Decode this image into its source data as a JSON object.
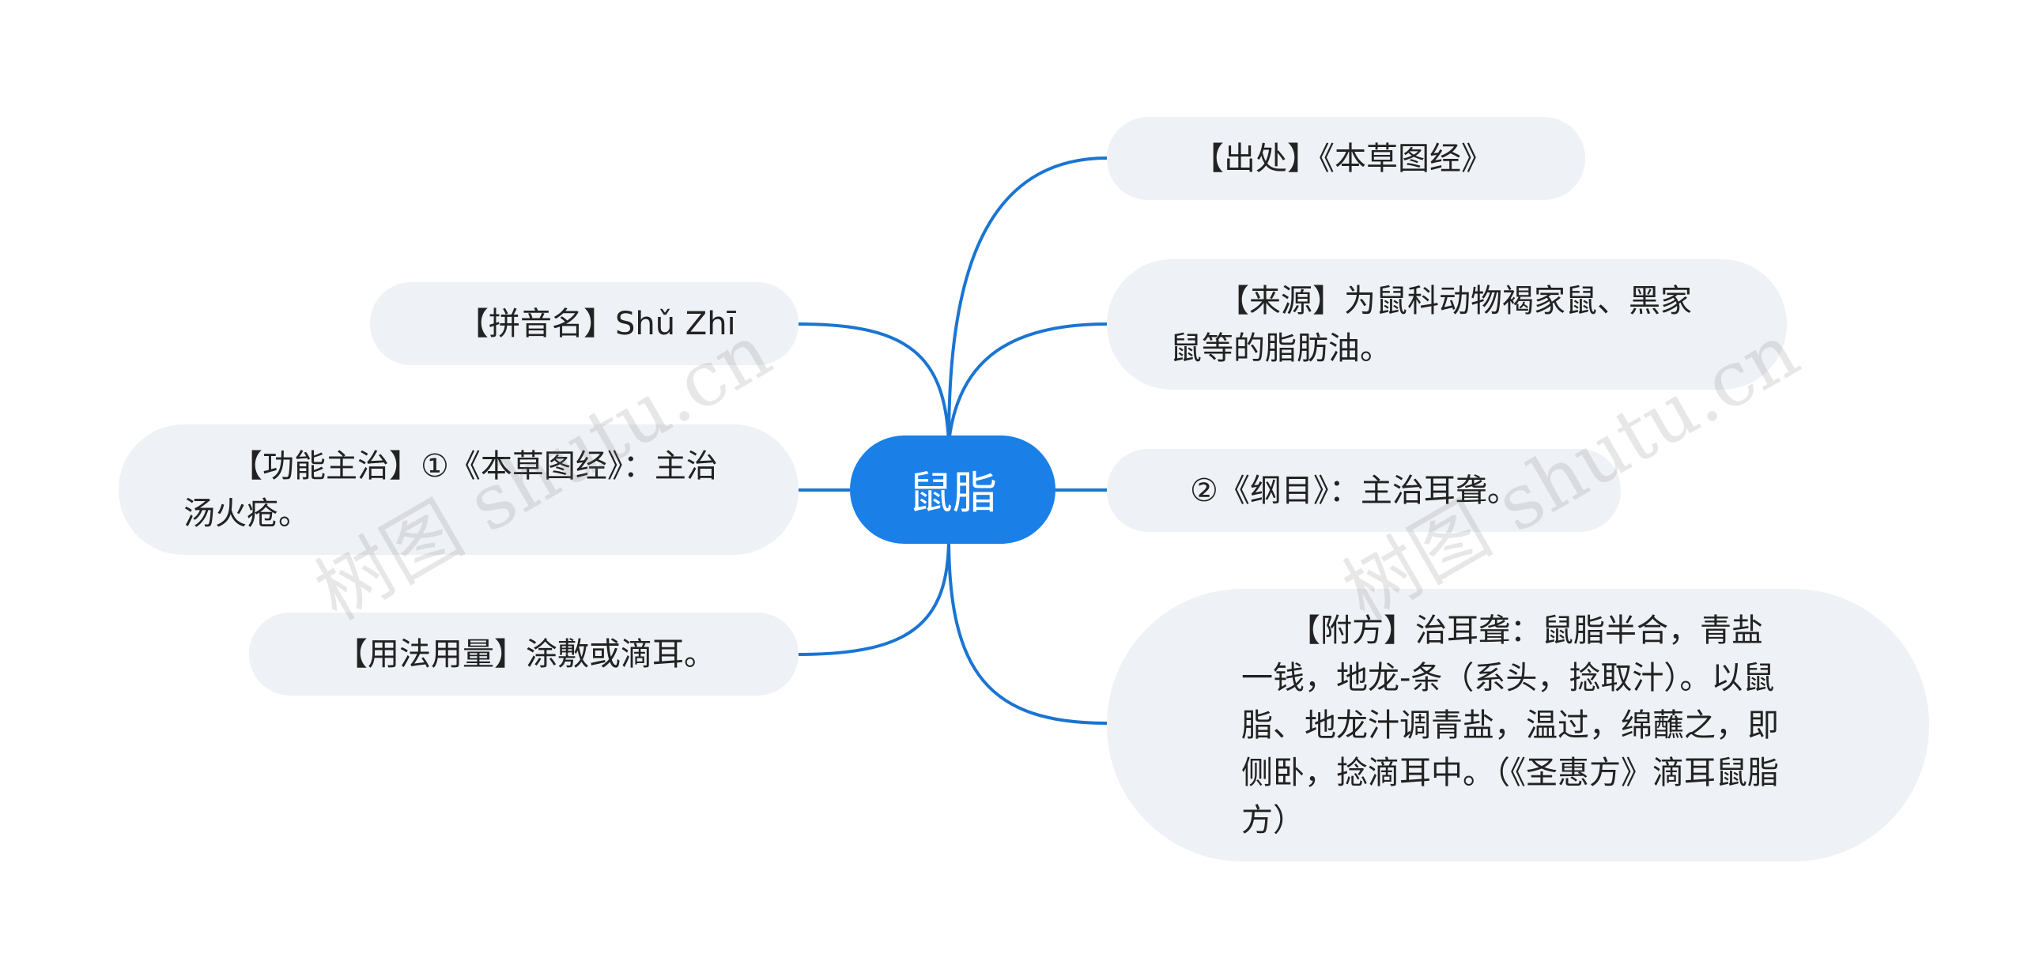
{
  "diagram": {
    "root": {
      "label": "鼠脂"
    },
    "right_nodes": [
      {
        "id": "chuchu",
        "text": "【出处】《本草图经》"
      },
      {
        "id": "laiyuan",
        "text": "【来源】为鼠科动物褐家鼠、黑家鼠等的脂肪油。"
      },
      {
        "id": "gangmu",
        "text": "②《纲目》：主治耳聋。"
      },
      {
        "id": "fufang",
        "text": "【附方】治耳聋：鼠脂半合，青盐一钱，地龙-条（系头，捻取汁）。以鼠脂、地龙汁调青盐，温过，绵蘸之，即侧卧，捻滴耳中。（《圣惠方》滴耳鼠脂方）"
      }
    ],
    "left_nodes": [
      {
        "id": "pinyin",
        "text": "【拼音名】Shǔ Zhī"
      },
      {
        "id": "gongneng",
        "text": "【功能主治】①《本草图经》：主治汤火疮。"
      },
      {
        "id": "yongfa",
        "text": "【用法用量】涂敷或滴耳。"
      }
    ],
    "link_color": "#1a75d2",
    "node_fill": "#eef1f5",
    "root_fill": "#1a80e8"
  },
  "watermarks": [
    "树图 shutu.cn",
    "树图 shutu.cn"
  ]
}
